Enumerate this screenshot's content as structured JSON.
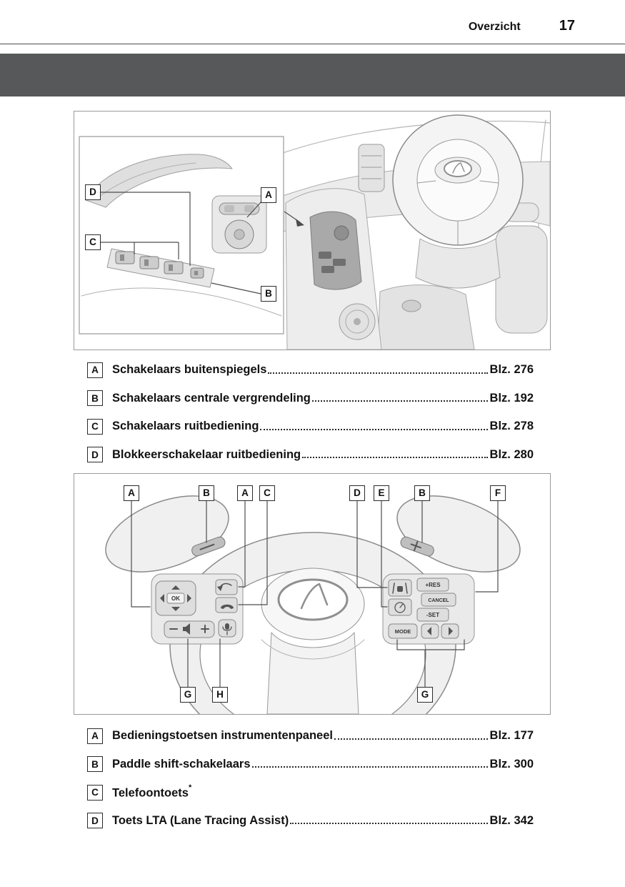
{
  "header": {
    "section_title": "Overzicht",
    "page_number": "17"
  },
  "figures": {
    "door": {
      "callouts": [
        "D",
        "A",
        "C",
        "B"
      ]
    },
    "steering": {
      "callouts_top": [
        "A",
        "B",
        "A",
        "C",
        "D",
        "E",
        "B",
        "F"
      ],
      "callouts_bottom": [
        "G",
        "H",
        "G"
      ],
      "buttons": {
        "ok": "OK",
        "res": "+RES",
        "cancel": "CANCEL",
        "set": "-SET",
        "mode": "MODE"
      }
    }
  },
  "legend1": {
    "items": [
      {
        "key": "A",
        "label": "Schakelaars buitenspiegels",
        "page": "Blz. 276"
      },
      {
        "key": "B",
        "label": "Schakelaars centrale vergrendeling",
        "page": "Blz. 192"
      },
      {
        "key": "C",
        "label": "Schakelaars ruitbediening",
        "page": "Blz. 278"
      },
      {
        "key": "D",
        "label": "Blokkeerschakelaar ruitbediening",
        "page": "Blz. 280"
      }
    ]
  },
  "legend2": {
    "items": [
      {
        "key": "A",
        "label": "Bedieningstoetsen instrumentenpaneel",
        "page": "Blz. 177"
      },
      {
        "key": "B",
        "label": "Paddle shift-schakelaars",
        "page": "Blz. 300"
      },
      {
        "key": "C",
        "label": "Telefoontoets",
        "note": "*",
        "page": ""
      },
      {
        "key": "D",
        "label": "Toets LTA (Lane Tracing Assist)",
        "page": "Blz. 342"
      }
    ]
  }
}
